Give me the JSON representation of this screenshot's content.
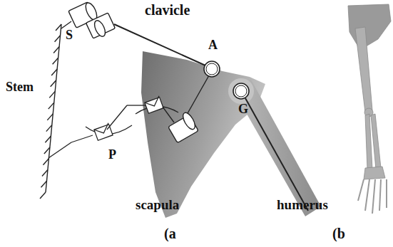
{
  "diagram": {
    "labels": [
      "clavicle",
      "S",
      "A",
      "G",
      "Stem",
      "P",
      "scapula",
      "humerus",
      "(a",
      "(b"
    ]
  }
}
